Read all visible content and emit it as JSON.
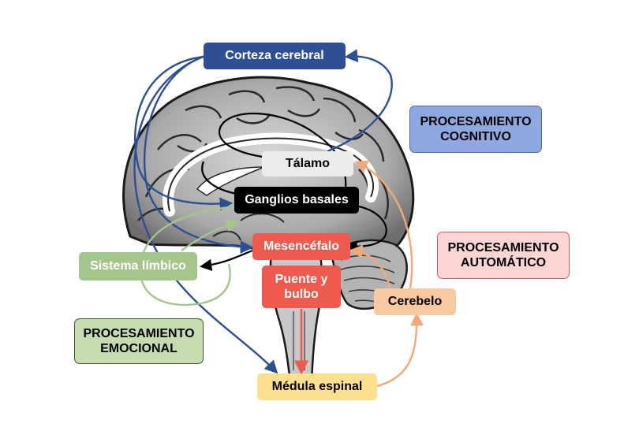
{
  "labels": {
    "corteza": "Corteza cerebral",
    "talamo": "Tálamo",
    "ganglios": "Ganglios basales",
    "mesencefalo": "Mesencéfalo",
    "puente": "Puente y bulbo",
    "limbico": "Sistema límbico",
    "cerebelo": "Cerebelo",
    "medula": "Médula espinal"
  },
  "categories": {
    "cognitivo": "PROCESAMIENTO COGNITIVO",
    "automatico": "PROCESAMIENTO AUTOMÁTICO",
    "emocional": "PROCESAMIENTO EMOCIONAL"
  },
  "colors": {
    "corteza": "#2e4f93",
    "talamo": "#ececec",
    "ganglios": "#000000",
    "mesencefalo": "#ee5a4d",
    "limbico": "#a4c58c",
    "cerebelo": "#f8c8a0",
    "medula": "#fde08e",
    "cognitivo": "#8fa9e0",
    "automatico": "#fbd4d4",
    "emocional": "#c6dcb0"
  },
  "icons": {
    "brain": "brain-sagittal-illustration"
  }
}
